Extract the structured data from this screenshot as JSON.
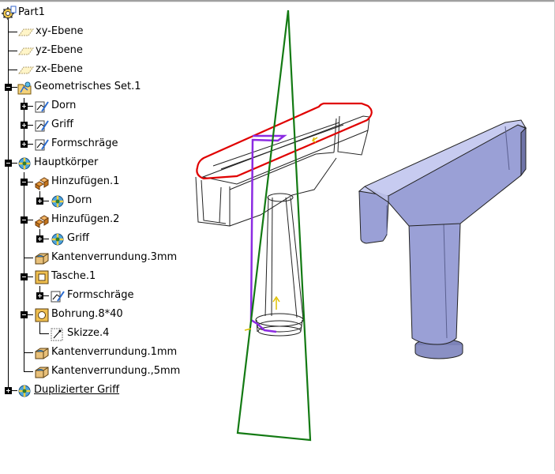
{
  "tree": {
    "root": "Part1",
    "items": [
      {
        "label": "xy-Ebene"
      },
      {
        "label": "yz-Ebene"
      },
      {
        "label": "zx-Ebene"
      },
      {
        "label": "Geometrisches Set.1"
      },
      {
        "label": "Dorn"
      },
      {
        "label": "Griff"
      },
      {
        "label": "Formschräge"
      },
      {
        "label": "Hauptkörper"
      },
      {
        "label": "Hinzufügen.1"
      },
      {
        "label": "Dorn"
      },
      {
        "label": "Hinzufügen.2"
      },
      {
        "label": "Griff"
      },
      {
        "label": "Kantenverrundung.3mm"
      },
      {
        "label": "Tasche.1"
      },
      {
        "label": "Formschräge"
      },
      {
        "label": "Bohrung.8*40"
      },
      {
        "label": "Skizze.4"
      },
      {
        "label": "Kantenverrundung.1mm"
      },
      {
        "label": "Kantenverrundung.,5mm"
      },
      {
        "label": "Duplizierter Griff"
      }
    ]
  },
  "icons": {
    "root": "gear-part-icon",
    "plane": "plane-icon",
    "geometric_set": "geometric-set-icon",
    "sketch": "sketch-icon",
    "body": "body-icon",
    "add": "boolean-add-icon",
    "fillet": "edge-fillet-icon",
    "pocket": "pocket-icon",
    "hole": "hole-icon"
  },
  "colors": {
    "sketch_red": "#e00000",
    "sketch_purple": "#8c2be2",
    "plane_green": "#137a13",
    "solid_blue": "#9aa0d6",
    "axis_yellow": "#e0c000"
  }
}
